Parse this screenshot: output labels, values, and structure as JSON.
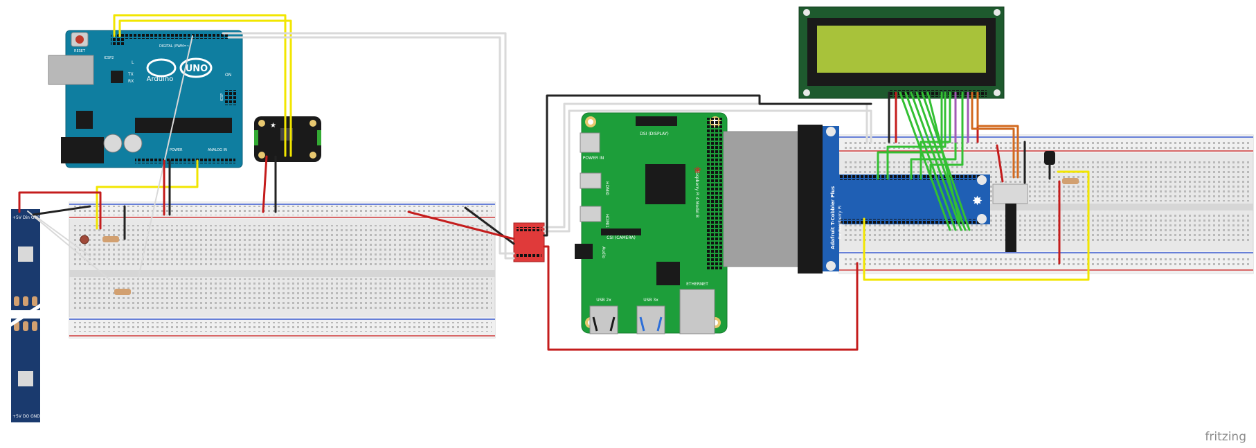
{
  "arduino": {
    "logo": "Arduino",
    "model": "UNO",
    "reset_label": "RESET",
    "icsp_label": "ICSP2",
    "icsp2_label": "ICSP",
    "digital_label": "DIGITAL (PWM=~)",
    "analog_label": "ANALOG IN",
    "power_label": "POWER",
    "on_label": "ON",
    "tx_label": "TX",
    "rx_label": "RX",
    "l_label": "L"
  },
  "raspberry_pi": {
    "dsi_label": "DSI (DISPLAY)",
    "csi_label": "CSI (CAMERA)",
    "power_label": "POWER IN",
    "hdmi0_label": "HDMI0",
    "hdmi1_label": "HDMI1",
    "audio_label": "Audio",
    "ethernet_label": "ETHERNET",
    "usb2_label": "USB 2x",
    "usb3_label": "USB 3x",
    "model_text": "Raspberry Pi 4 Model B"
  },
  "cobbler": {
    "title_line1": "Adafruit T-Cobbler Plus",
    "title_line2": "for Raspberry Pi"
  },
  "led_strip": {
    "top_label": "+5V Din GND",
    "bottom_label": "+5V DO GND"
  },
  "watermark": "fritzing",
  "colors": {
    "wire_red": "#c41c1c",
    "wire_black": "#222222",
    "wire_yellow": "#f2e600",
    "wire_green": "#33c033",
    "wire_white": "#d9d9d9",
    "wire_purple": "#a05ab4",
    "wire_orange": "#d2691e",
    "arduino_teal": "#0f7ea0",
    "pi_green": "#1d9e3a",
    "cobbler_blue": "#1f5fb4",
    "lcd_green": "#1e5a2e",
    "lcd_screen": "#a8c23a"
  }
}
